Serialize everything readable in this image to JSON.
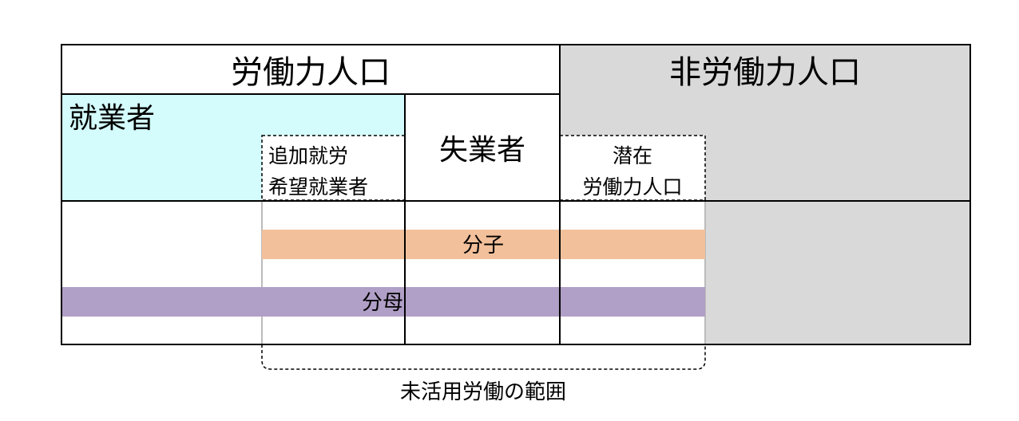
{
  "labor_force": "労働力人口",
  "non_labor_force": "非労働力人口",
  "employed": "就業者",
  "unemployed": "失業者",
  "additional_work_line1": "追加就労",
  "additional_work_line2": "希望就業者",
  "potential_line1": "潜在",
  "potential_line2": "労働力人口",
  "numerator": "分子",
  "denominator": "分母",
  "underutilization": "未活用労働の範囲",
  "colors": {
    "employed_fill": "#d4fcfc",
    "non_labor_fill": "#d9d9d9",
    "numerator_bar": "#f2c09a",
    "denominator_bar": "#b09fc6"
  }
}
